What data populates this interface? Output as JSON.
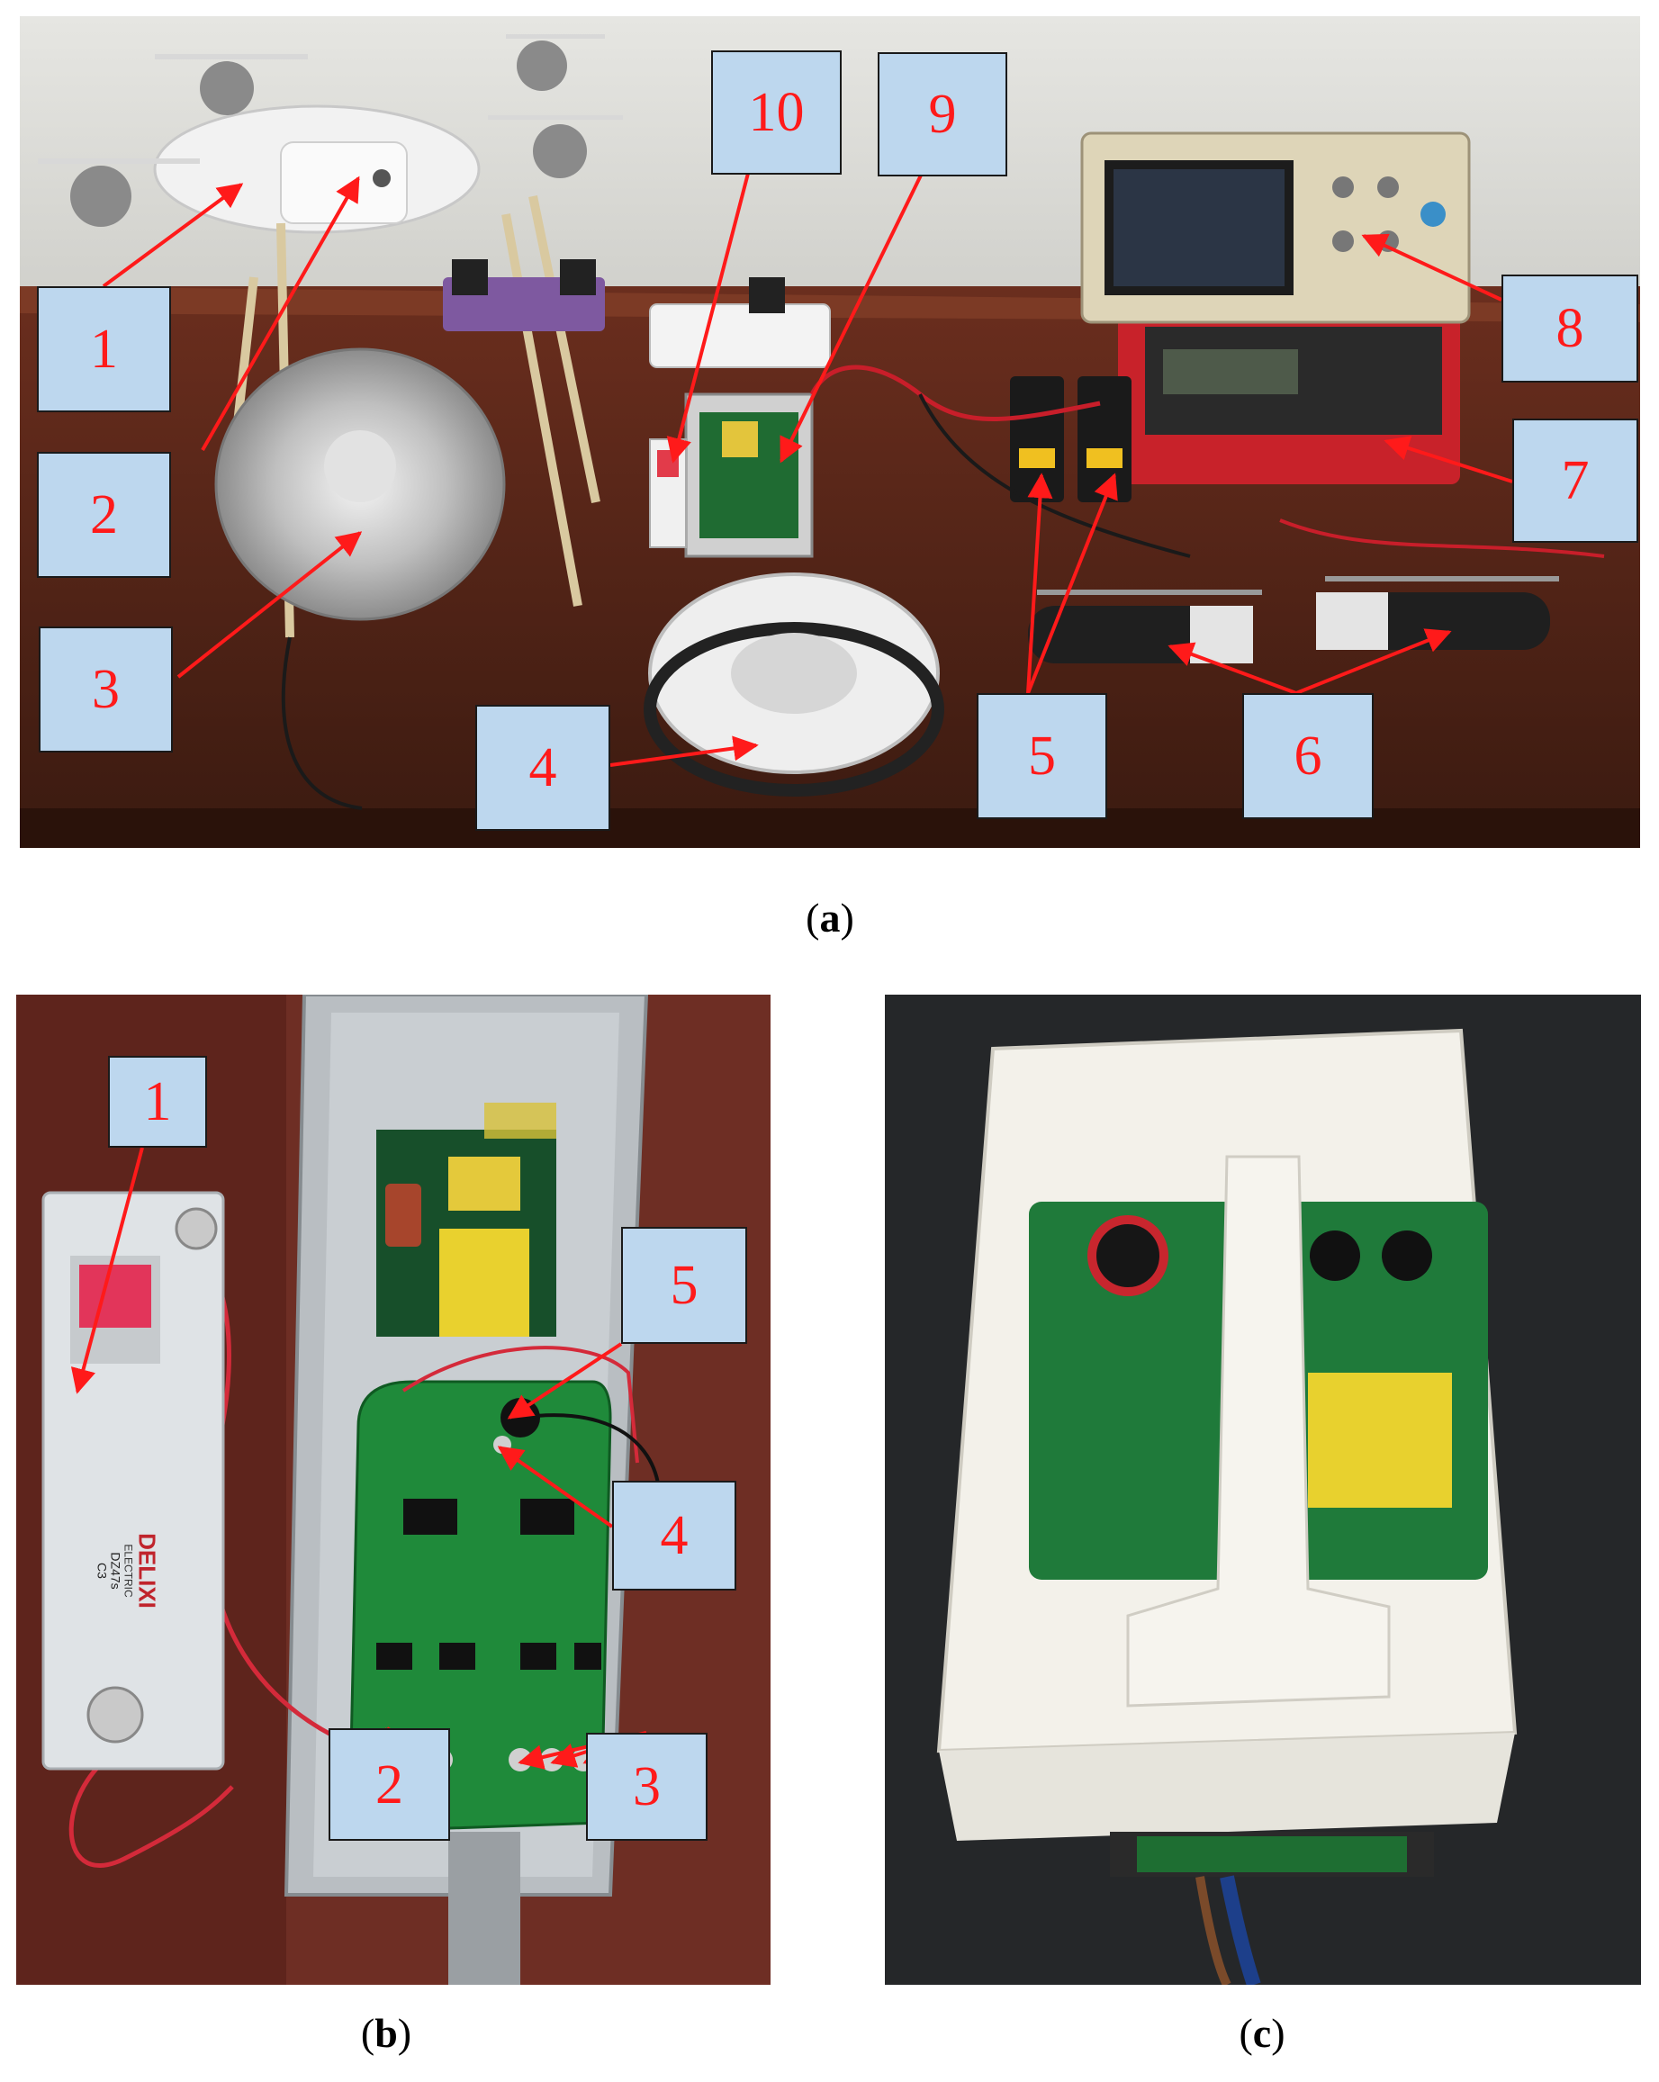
{
  "panels": {
    "a": {
      "caption_open": "(",
      "caption_letter": "a",
      "caption_close": ")",
      "labels": [
        "1",
        "2",
        "3",
        "4",
        "5",
        "6",
        "7",
        "8",
        "9",
        "10"
      ]
    },
    "b": {
      "caption_open": "(",
      "caption_letter": "b",
      "caption_close": ")",
      "labels": [
        "1",
        "2",
        "3",
        "4",
        "5"
      ],
      "breaker_text": [
        "DELIXI",
        "ELECTRIC",
        "DZ47s",
        "C3"
      ]
    },
    "c": {
      "caption_open": "(",
      "caption_letter": "c",
      "caption_close": ")"
    }
  },
  "colors": {
    "tag_fill": "#bdd7ee",
    "tag_text": "#ff1a1a",
    "arrow": "#ff1a1a"
  }
}
